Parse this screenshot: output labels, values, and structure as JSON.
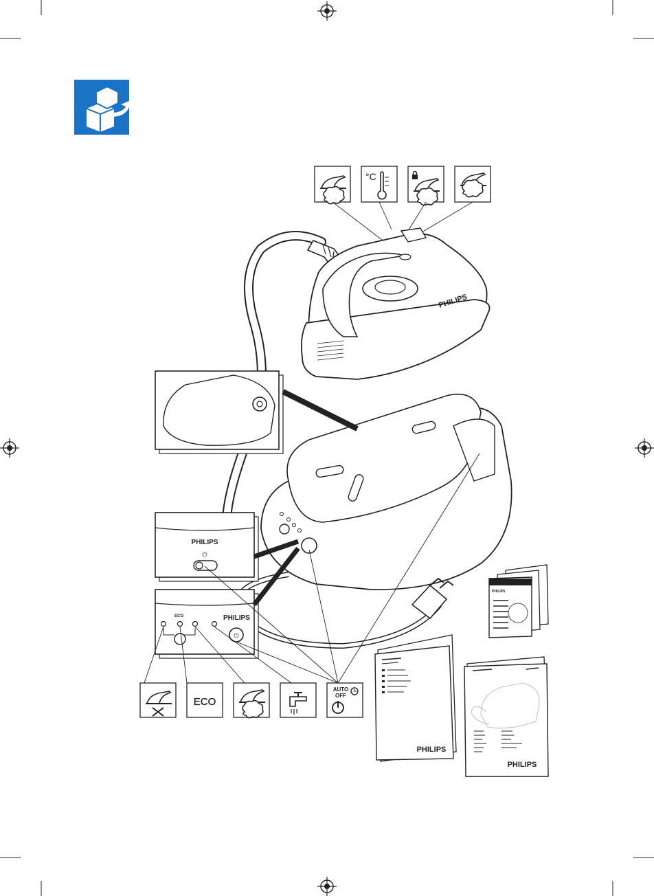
{
  "colors": {
    "accent": "#1a73c5",
    "line": "#222222",
    "paper": "#ffffff"
  },
  "brand": "PHILIPS",
  "icons": {
    "unbox": "unbox-icon",
    "registration_marks": "registration-mark-icon"
  },
  "iron_legend": [
    {
      "icon": "iron-steam-trigger-icon"
    },
    {
      "icon": "temperature-thermometer-icon",
      "label": "°C"
    },
    {
      "icon": "iron-steam-lock-icon"
    },
    {
      "icon": "iron-steam-boost-icon"
    }
  ],
  "panel_top": {
    "brand": "PHILIPS",
    "power_symbol": "⏻"
  },
  "panel_bottom": {
    "brand": "PHILIPS",
    "eco_label": "ECO",
    "power_symbol": "⏻"
  },
  "legend_bottom": [
    {
      "icon": "iron-no-steam-icon"
    },
    {
      "icon": "eco-mode-icon",
      "label": "ECO"
    },
    {
      "icon": "iron-steam-ready-icon"
    },
    {
      "icon": "water-tap-icon"
    },
    {
      "icon": "auto-off-icon",
      "label_line1": "AUTO",
      "label_line2": "OFF"
    }
  ],
  "documents": {
    "booklet_left_brand": "PHILIPS",
    "booklet_right_brand": "PHILIPS",
    "leaflet_brand": "PHILIPS",
    "iron_brand": "PHILIPS"
  }
}
